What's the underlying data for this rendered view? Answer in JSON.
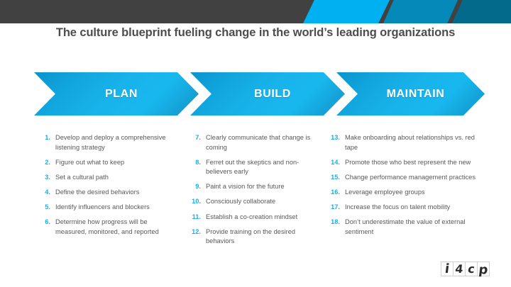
{
  "header": {
    "bands": [
      {
        "name": "dark-base",
        "color": "#414141"
      },
      {
        "name": "cyan",
        "color": "#00b0f0"
      },
      {
        "name": "mid-blue",
        "color": "#0589b8"
      },
      {
        "name": "deep-teal",
        "color": "#046a8c"
      }
    ]
  },
  "title": "The culture blueprint fueling change in the world’s leading organizations",
  "phases": [
    {
      "label": "PLAN"
    },
    {
      "label": "BUILD"
    },
    {
      "label": "MAINTAIN"
    }
  ],
  "colors": {
    "accent": "#18b0e8",
    "chevron_fill": "#17b3ea",
    "body_text": "#58595b",
    "title_text": "#4d4d4d"
  },
  "columns": [
    {
      "name": "plan-items",
      "items": [
        {
          "num": "1.",
          "text": "Develop and deploy a comprehensive listening strategy"
        },
        {
          "num": "2.",
          "text": "Figure out what to keep"
        },
        {
          "num": "3.",
          "text": "Set a cultural path"
        },
        {
          "num": "4.",
          "text": "Define the desired behaviors"
        },
        {
          "num": "5.",
          "text": "Identify influencers and blockers"
        },
        {
          "num": "6.",
          "text": "Determine how progress will be measured, monitored, and reported"
        }
      ]
    },
    {
      "name": "build-items",
      "items": [
        {
          "num": "7.",
          "text": "Clearly communicate that change is coming"
        },
        {
          "num": "8.",
          "text": "Ferret out the skeptics and non-believers early"
        },
        {
          "num": "9.",
          "text": "Paint a vision for the future"
        },
        {
          "num": "10.",
          "text": "Consciously collaborate"
        },
        {
          "num": "11.",
          "text": "Establish a co-creation mindset"
        },
        {
          "num": "12.",
          "text": "Provide training on the desired behaviors"
        }
      ]
    },
    {
      "name": "maintain-items",
      "items": [
        {
          "num": "13.",
          "text": "Make onboarding about relationships vs. red tape"
        },
        {
          "num": "14.",
          "text": "Promote those who best represent the new"
        },
        {
          "num": "15.",
          "text": "Change performance management practices"
        },
        {
          "num": "16.",
          "text": "Leverage employee groups"
        },
        {
          "num": "17.",
          "text": "Increase the focus on talent mobility"
        },
        {
          "num": "18.",
          "text": "Don’t underestimate the value of external sentiment"
        }
      ]
    }
  ],
  "logo": {
    "name": "i4cp-logo",
    "letters": [
      "i",
      "4",
      "c",
      "p"
    ]
  }
}
